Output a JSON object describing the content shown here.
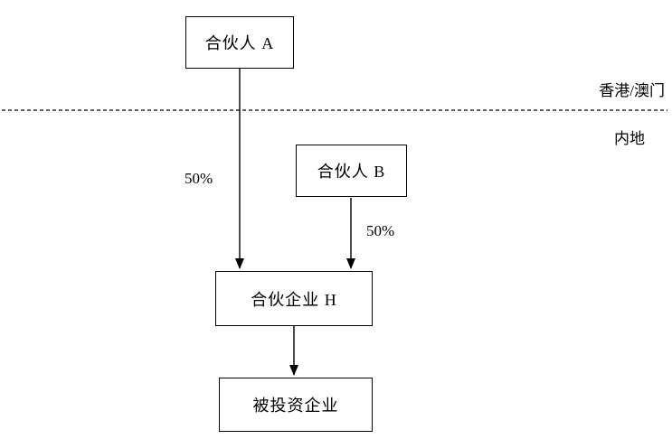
{
  "nodes": {
    "partner_a": "合伙人 A",
    "partner_b": "合伙人 B",
    "partnership_h": "合伙企业 H",
    "investee": "被投资企业"
  },
  "edges": {
    "a_to_h": "50%",
    "b_to_h": "50%"
  },
  "regions": {
    "above_line": "香港/澳门",
    "below_line": "内地"
  },
  "colors": {
    "line": "#000000",
    "background": "#ffffff"
  }
}
